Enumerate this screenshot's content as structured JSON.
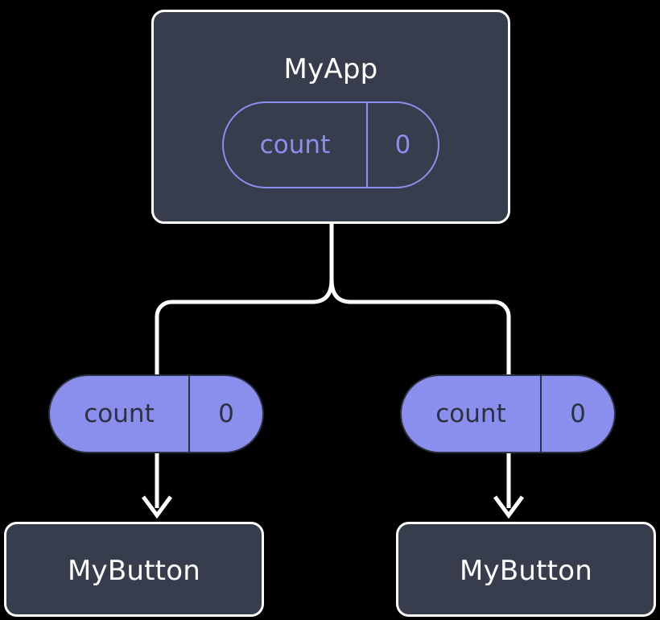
{
  "diagram": {
    "title": "component state propagation tree",
    "background_color": "#000000",
    "colors": {
      "box_fill": "#373D4C",
      "box_stroke": "#FFFFFF",
      "accent": "#8A8FEE",
      "accent_text_dark": "#2C3140",
      "wire": "#FFFFFF"
    },
    "root": {
      "name": "MyApp",
      "state_pill": {
        "key": "count",
        "value": "0",
        "style": "outlined"
      }
    },
    "children": [
      {
        "id": "left",
        "name": "MyButton",
        "prop_pill": {
          "key": "count",
          "value": "0",
          "style": "filled"
        }
      },
      {
        "id": "right",
        "name": "MyButton",
        "prop_pill": {
          "key": "count",
          "value": "0",
          "style": "filled"
        }
      }
    ]
  }
}
